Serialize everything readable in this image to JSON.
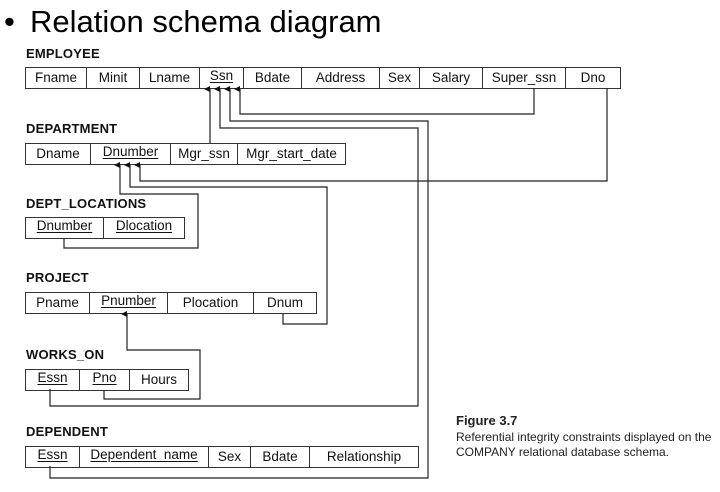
{
  "title": "Relation schema diagram",
  "bullet": "•",
  "relations": {
    "employee": {
      "name": "EMPLOYEE",
      "attributes": [
        "Fname",
        "Minit",
        "Lname",
        "Ssn",
        "Bdate",
        "Address",
        "Sex",
        "Salary",
        "Super_ssn",
        "Dno"
      ],
      "primary_key": [
        "Ssn"
      ]
    },
    "department": {
      "name": "DEPARTMENT",
      "attributes": [
        "Dname",
        "Dnumber",
        "Mgr_ssn",
        "Mgr_start_date"
      ],
      "primary_key": [
        "Dnumber"
      ]
    },
    "dept_locations": {
      "name": "DEPT_LOCATIONS",
      "attributes": [
        "Dnumber",
        "Dlocation"
      ],
      "primary_key": [
        "Dnumber",
        "Dlocation"
      ]
    },
    "project": {
      "name": "PROJECT",
      "attributes": [
        "Pname",
        "Pnumber",
        "Plocation",
        "Dnum"
      ],
      "primary_key": [
        "Pnumber"
      ]
    },
    "works_on": {
      "name": "WORKS_ON",
      "attributes": [
        "Essn",
        "Pno",
        "Hours"
      ],
      "primary_key": [
        "Essn",
        "Pno"
      ]
    },
    "dependent": {
      "name": "DEPENDENT",
      "attributes": [
        "Essn",
        "Dependent_name",
        "Sex",
        "Bdate",
        "Relationship"
      ],
      "primary_key": [
        "Essn",
        "Dependent_name"
      ]
    }
  },
  "references": [
    {
      "from": "EMPLOYEE.Super_ssn",
      "to": "EMPLOYEE.Ssn"
    },
    {
      "from": "DEPARTMENT.Mgr_ssn",
      "to": "EMPLOYEE.Ssn"
    },
    {
      "from": "WORKS_ON.Essn",
      "to": "EMPLOYEE.Ssn"
    },
    {
      "from": "DEPENDENT.Essn",
      "to": "EMPLOYEE.Ssn"
    },
    {
      "from": "EMPLOYEE.Dno",
      "to": "DEPARTMENT.Dnumber"
    },
    {
      "from": "DEPT_LOCATIONS.Dnumber",
      "to": "DEPARTMENT.Dnumber"
    },
    {
      "from": "PROJECT.Dnum",
      "to": "DEPARTMENT.Dnumber"
    },
    {
      "from": "WORKS_ON.Pno",
      "to": "PROJECT.Pnumber"
    }
  ],
  "caption": {
    "figure": "Figure 3.7",
    "text": "Referential integrity constraints displayed on the COMPANY relational database schema."
  }
}
